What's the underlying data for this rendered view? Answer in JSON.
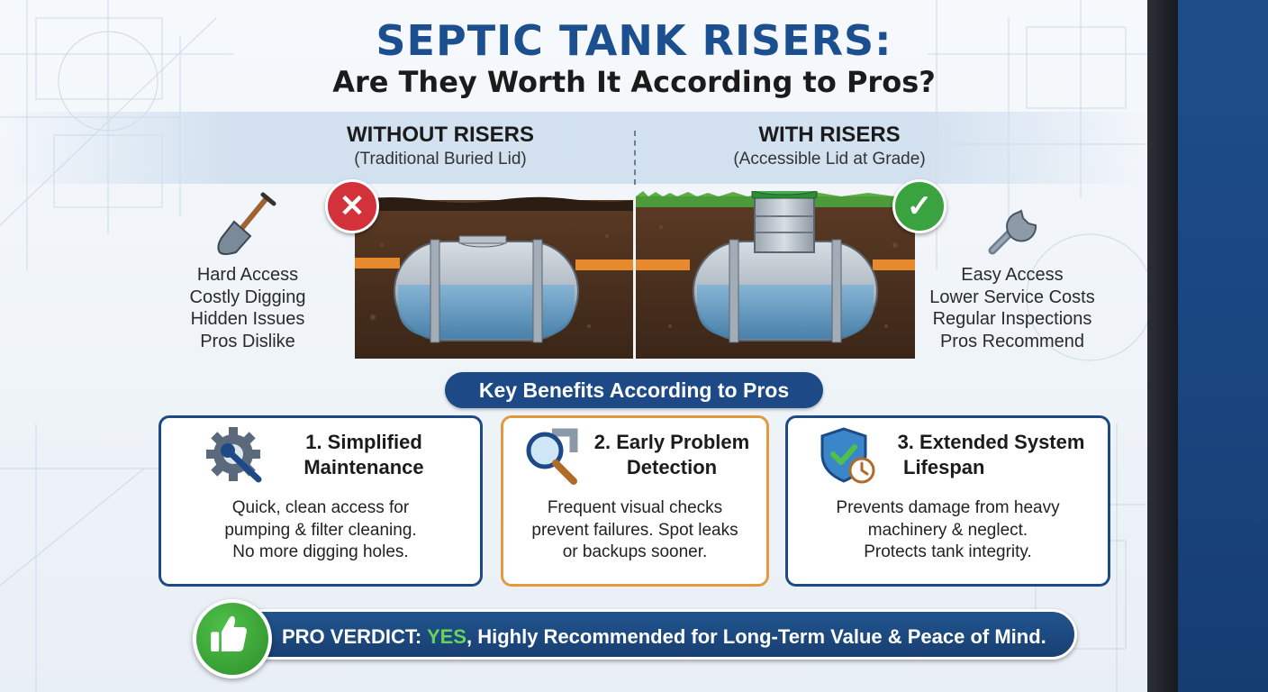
{
  "header": {
    "title": "SEPTIC TANK RISERS:",
    "subtitle": "Are They Worth It According to Pros?"
  },
  "comparison": {
    "without": {
      "heading": "WITHOUT RISERS",
      "subheading": "(Traditional Buried Lid)",
      "points": [
        "Hard Access",
        "Costly Digging",
        "Hidden Issues",
        "Pros Dislike"
      ],
      "badge_symbol": "✕",
      "icon": "shovel-icon"
    },
    "with": {
      "heading": "WITH RISERS",
      "subheading": "(Accessible Lid at Grade)",
      "points": [
        "Easy Access",
        "Lower Service Costs",
        "Regular Inspections",
        "Pros Recommend"
      ],
      "badge_symbol": "✓",
      "icon": "wrench-icon"
    }
  },
  "benefits": {
    "heading": "Key Benefits According to Pros",
    "cards": [
      {
        "title_lines": [
          "1. Simplified",
          "Maintenance"
        ],
        "body_lines": [
          "Quick, clean access for",
          "pumping & filter cleaning.",
          "No more digging holes."
        ],
        "icon": "gear-wrench-icon"
      },
      {
        "title_lines": [
          "2. Early Problem",
          "Detection"
        ],
        "body_lines": [
          "Frequent visual checks",
          "prevent failures. Spot leaks",
          "or backups sooner."
        ],
        "icon": "magnifier-pipe-icon"
      },
      {
        "title_lines": [
          "3. Extended System",
          "Lifespan"
        ],
        "body_lines": [
          "Prevents damage from heavy",
          "machinery & neglect.",
          "Protects tank integrity."
        ],
        "icon": "shield-clock-icon"
      }
    ]
  },
  "verdict": {
    "prefix": "PRO VERDICT: ",
    "highlight": "YES",
    "suffix": ", Highly Recommended for Long-Term Value & Peace of Mind.",
    "icon": "thumbs-up-icon"
  },
  "colors": {
    "primary_blue": "#1d4a86",
    "title_blue": "#1c4f8f",
    "accent_orange": "#e39a3e",
    "bad_red": "#d4323a",
    "good_green": "#3aa23f",
    "verdict_green": "#67d25c"
  }
}
